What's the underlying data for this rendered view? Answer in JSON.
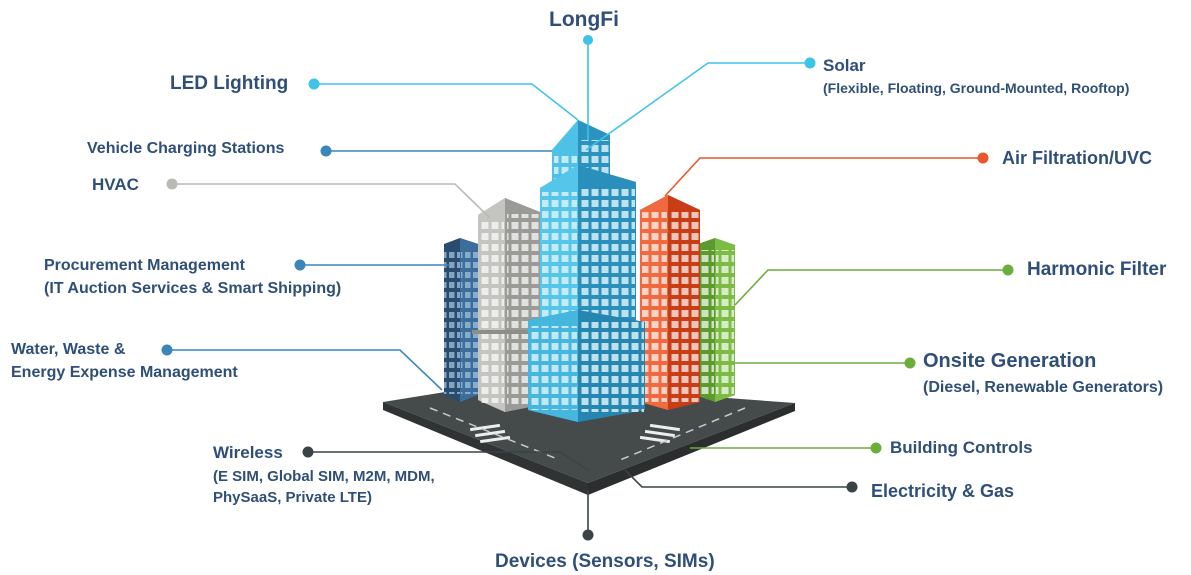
{
  "colors": {
    "text": "#2f4f78",
    "sky": "#3ec3e9",
    "deep_blue": "#3a86b9",
    "gray": "#b9b9b5",
    "orange": "#e9562d",
    "green": "#6cae3b",
    "dark": "#3a4346",
    "road": "#454a4b"
  },
  "labels": {
    "longfi": "LongFi",
    "led_lighting": "LED Lighting",
    "solar": "Solar",
    "solar_sub": "(Flexible, Floating, Ground-Mounted, Rooftop)",
    "vehicle_charging": "Vehicle Charging Stations",
    "hvac": "HVAC",
    "air_filtration": "Air Filtration/UVC",
    "procurement": "Procurement Management",
    "procurement_sub": "(IT Auction Services & Smart Shipping)",
    "harmonic_filter": "Harmonic Filter",
    "water_line1": "Water, Waste &",
    "water_line2": "Energy Expense Management",
    "onsite_generation": "Onsite Generation",
    "onsite_sub": "(Diesel,  Renewable Generators)",
    "wireless": "Wireless",
    "wireless_sub1": "(E SIM, Global SIM, M2M, MDM,",
    "wireless_sub2": "PhySaaS, Private LTE)",
    "building_controls": "Building Controls",
    "electricity_gas": "Electricity & Gas",
    "devices": "Devices (Sensors, SIMs)"
  }
}
